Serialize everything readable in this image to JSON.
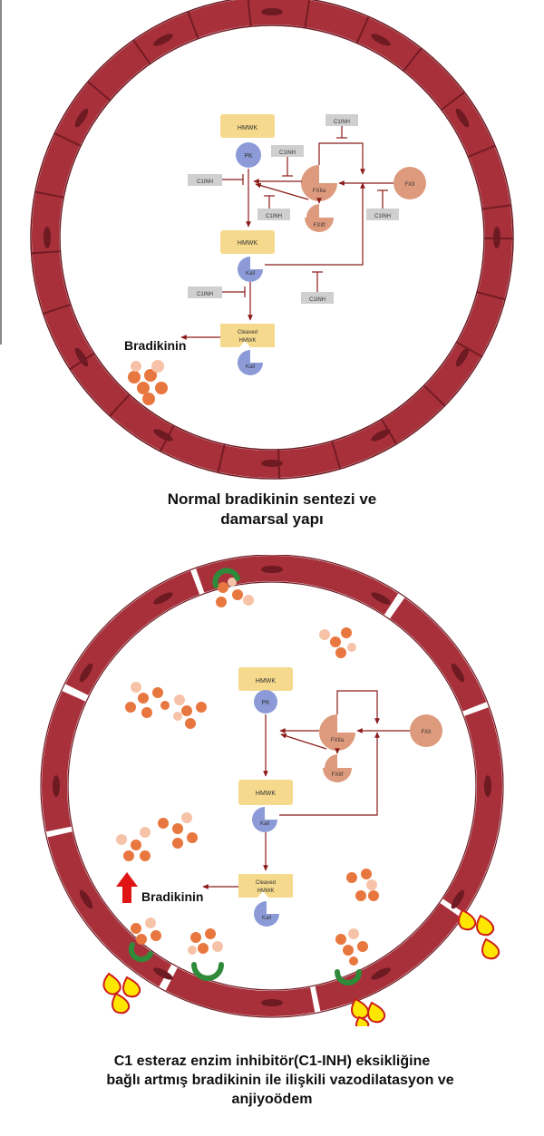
{
  "colors": {
    "vessel_fill": "#a8303b",
    "vessel_dark": "#6e1a22",
    "node_yellow": "#f5d98c",
    "node_blue": "#8c9bd8",
    "node_salmon": "#dd9a7c",
    "inhibitor_gray": "#cfcfcf",
    "arrow_red": "#8b1a1a",
    "particle_orange": "#e8773f",
    "particle_light": "#f6c3a8",
    "receptor_green": "#2f8a3a",
    "leak_yellow": "#ffe600",
    "leak_red": "#cc1d1d",
    "up_arrow_red": "#e01414"
  },
  "top_diagram": {
    "hmwk": "HMWK",
    "pk": "PK",
    "fxiia": "FXIIa",
    "fxiif": "FXIIf",
    "fxii": "FXII",
    "hmwk2": "HMWK",
    "kall": "Kall",
    "cleaved_line1": "Cleaved",
    "cleaved_line2": "HMWK",
    "kall2": "Kall",
    "c1inh_a": "C1INH",
    "c1inh_b": "C1INH",
    "c1inh_c": "C1INH",
    "c1inh_d": "C1INH",
    "c1inh_e": "C1INH",
    "c1inh_f": "C1INH",
    "c1inh_g": "C1INH",
    "bradykinin": "Bradikinin"
  },
  "bottom_diagram": {
    "hmwk": "HMWK",
    "pk": "PK",
    "fxiia": "FXIIa",
    "fxiif": "FXIIf",
    "fxii": "FXII",
    "hmwk2": "HMWK",
    "kall": "Kall",
    "cleaved_line1": "Cleaved",
    "cleaved_line2": "HMWK",
    "kall2": "Kall",
    "bradykinin": "Bradikinin"
  },
  "captions": {
    "top_line1": "Normal bradikinin sentezi ve",
    "top_line2": "damarsal yapı",
    "bottom_line1": "C1 esteraz enzim inhibitör(C1-INH) eksikliğine",
    "bottom_line2": "bağlı artmış bradikinin ile ilişkili vazodilatasyon ve",
    "bottom_line3": "anjiyoödem"
  }
}
